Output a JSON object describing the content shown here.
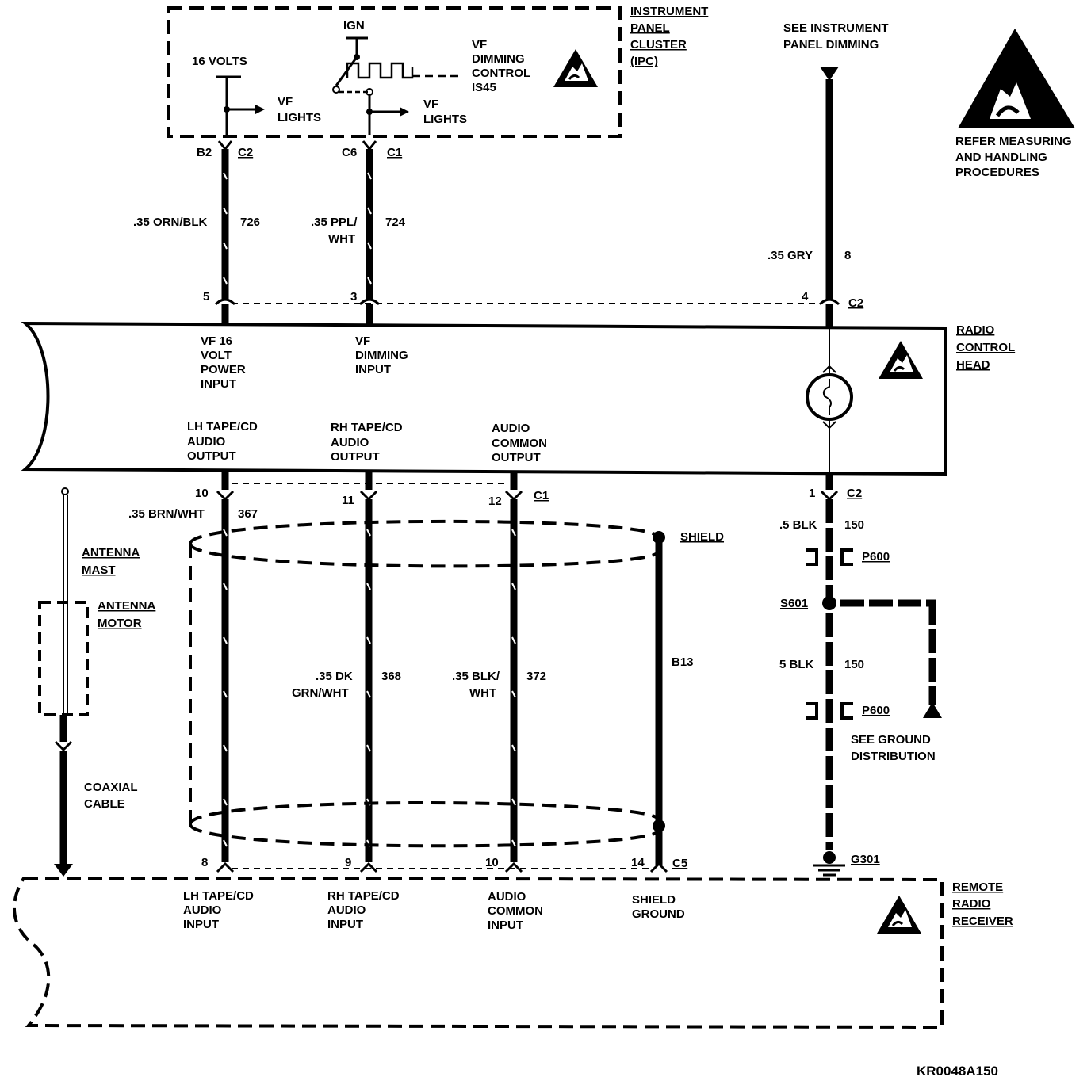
{
  "ipc": {
    "title": [
      "INSTRUMENT",
      "PANEL",
      "CLUSTER",
      "(IPC)"
    ],
    "v16": "16 VOLTS",
    "ign": "IGN",
    "vf_dimming": [
      "VF",
      "DIMMING",
      "CONTROL",
      "IS45"
    ],
    "vf_lights_1": [
      "VF",
      "LIGHTS"
    ],
    "vf_lights_2": [
      "VF",
      "LIGHTS"
    ]
  },
  "see_ip_dimming": [
    "SEE INSTRUMENT",
    "PANEL DIMMING"
  ],
  "esd_note": [
    "REFER MEASURING",
    "AND HANDLING",
    "PROCEDURES"
  ],
  "conn_top": {
    "b2": "B2",
    "c2": "C2",
    "c6": "C6",
    "c1": "C1"
  },
  "wire_726": {
    "gauge": ".35 ORN/BLK",
    "circuit": "726"
  },
  "wire_724": {
    "gauge": ".35 PPL/",
    "gauge2": "WHT",
    "circuit": "724"
  },
  "wire_8": {
    "gauge": ".35 GRY",
    "circuit": "8"
  },
  "head_pins_top": {
    "p5": "5",
    "p3": "3",
    "p4": "4",
    "c2": "C2"
  },
  "radio_head": {
    "title": [
      "RADIO",
      "CONTROL",
      "HEAD"
    ],
    "vf16": [
      "VF 16",
      "VOLT",
      "POWER",
      "INPUT"
    ],
    "vf_dim": [
      "VF",
      "DIMMING",
      "INPUT"
    ],
    "lh_out": [
      "LH TAPE/CD",
      "AUDIO",
      "OUTPUT"
    ],
    "rh_out": [
      "RH TAPE/CD",
      "AUDIO",
      "OUTPUT"
    ],
    "common_out": [
      "AUDIO",
      "COMMON",
      "OUTPUT"
    ]
  },
  "head_pins_bottom": {
    "p10": "10",
    "p11": "11",
    "p12": "12",
    "c1": "C1",
    "p1": "1",
    "c2": "C2"
  },
  "wire_367": {
    "gauge": ".35 BRN/WHT",
    "circuit": "367"
  },
  "wire_368": {
    "gauge": ".35 DK",
    "gauge2": "GRN/WHT",
    "circuit": "368"
  },
  "wire_372": {
    "gauge": ".35 BLK/",
    "gauge2": "WHT",
    "circuit": "372"
  },
  "shield": "SHIELD",
  "b13": "B13",
  "wire_150a": {
    "gauge": ".5 BLK",
    "circuit": "150"
  },
  "wire_150b": {
    "gauge": "5 BLK",
    "circuit": "150"
  },
  "p600_1": "P600",
  "p600_2": "P600",
  "s601": "S601",
  "see_ground": [
    "SEE GROUND",
    "DISTRIBUTION"
  ],
  "g301": "G301",
  "antenna_mast": [
    "ANTENNA",
    "MAST"
  ],
  "antenna_motor": [
    "ANTENNA",
    "MOTOR"
  ],
  "coax": [
    "COAXIAL",
    "CABLE"
  ],
  "recv_pins": {
    "p8": "8",
    "p9": "9",
    "p10": "10",
    "p14": "14",
    "c5": "C5"
  },
  "receiver": {
    "title": [
      "REMOTE",
      "RADIO",
      "RECEIVER"
    ],
    "lh_in": [
      "LH TAPE/CD",
      "AUDIO",
      "INPUT"
    ],
    "rh_in": [
      "RH TAPE/CD",
      "AUDIO",
      "INPUT"
    ],
    "common_in": [
      "AUDIO",
      "COMMON",
      "INPUT"
    ],
    "shield_gnd": [
      "SHIELD",
      "GROUND"
    ]
  },
  "diagram_code": "KR0048A150"
}
